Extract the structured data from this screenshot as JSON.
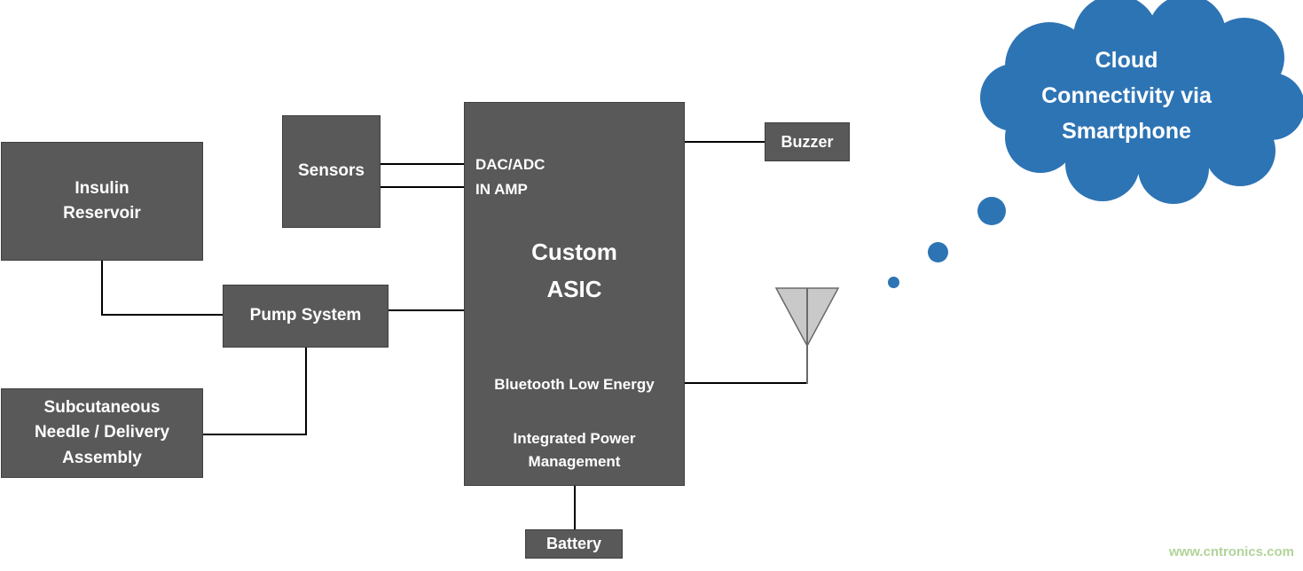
{
  "colors": {
    "box_fill": "#595959",
    "box_border": "#3f3f3f",
    "cloud_blue": "#2d74b4",
    "connector_line": "#000000",
    "antenna_fill": "#c9c9c9",
    "watermark_green": "#b2d39a",
    "label_text": "#ffffff"
  },
  "boxes": {
    "insulin_reservoir": "Insulin\nReservoir",
    "sensors": "Sensors",
    "pump_system": "Pump System",
    "needle_assembly": "Subcutaneous\nNeedle / Delivery\nAssembly",
    "buzzer": "Buzzer",
    "battery": "Battery"
  },
  "asic": {
    "dac_adc": "DAC/ADC",
    "in_amp": "IN AMP",
    "title": "Custom\nASIC",
    "bluetooth": "Bluetooth Low Energy",
    "power": "Integrated Power\nManagement"
  },
  "cloud": {
    "label": "Cloud\nConnectivity via\nSmartphone"
  },
  "icons": {
    "antenna": "antenna-icon",
    "thought_cloud": "thought-cloud-shape"
  },
  "watermark": "www.cntronics.com"
}
